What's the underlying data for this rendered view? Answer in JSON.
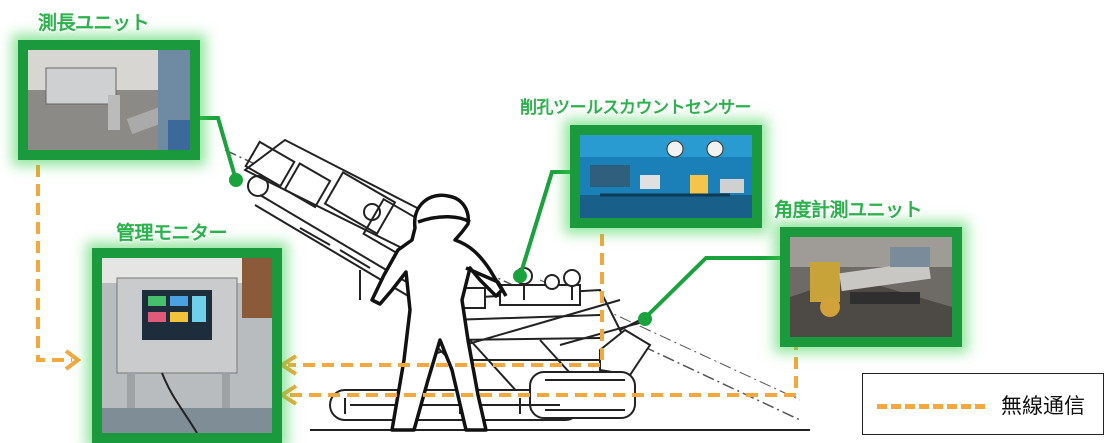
{
  "labels": {
    "length_unit": "測長ユニット",
    "monitor": "管理モニター",
    "counter_sensor": "削孔ツールスカウントセンサー",
    "angle_unit": "角度計測ユニット"
  },
  "legend": {
    "wireless_label": "無線通信"
  },
  "colors": {
    "accent_green": "#1a9a3c",
    "label_green": "#2bb24c",
    "wireless_orange": "#f2a83c"
  }
}
